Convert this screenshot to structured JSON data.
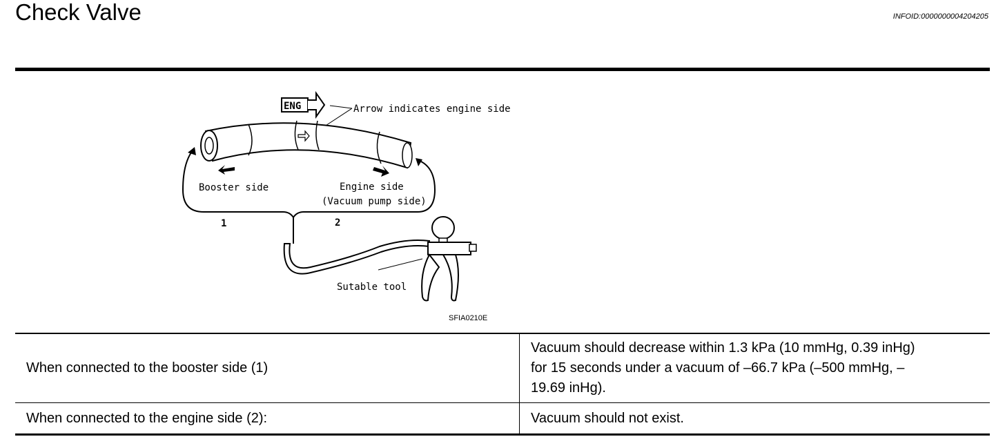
{
  "header": {
    "title": "Check Valve",
    "infoid": "INFOID:0000000004204205"
  },
  "figure": {
    "eng_badge": "ENG",
    "arrow_note": "Arrow indicates engine side",
    "booster_label": "Booster side",
    "engine_label": "Engine side",
    "engine_sublabel": "(Vacuum pump side)",
    "port1": "1",
    "port2": "2",
    "tool_label": "Sutable tool",
    "figure_code": "SFIA0210E"
  },
  "table": {
    "rows": [
      {
        "condition": "When connected to the booster side (1)",
        "result_lines": [
          "Vacuum should decrease within 1.3 kPa (10 mmHg, 0.39 inHg)",
          "for 15 seconds under a vacuum of –66.7 kPa (–500 mmHg, –",
          "19.69 inHg)."
        ]
      },
      {
        "condition": "When connected to the engine side (2):",
        "result": "Vacuum should not exist."
      }
    ]
  }
}
